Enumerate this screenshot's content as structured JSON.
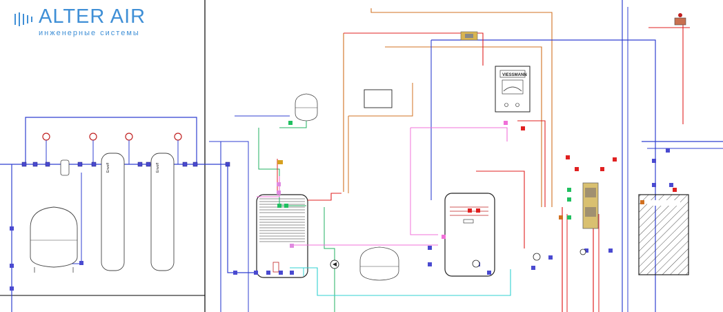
{
  "logo": {
    "name": "ALTER AIR",
    "tagline": "инженерные системы",
    "brand_color": "#3f8fd6"
  },
  "colors": {
    "cold_water": "#2f3fd0",
    "hot_supply": "#e02020",
    "hot_return": "#d07020",
    "recirculation": "#f070d8",
    "heating_return": "#20b060",
    "drain": "#30d0d0",
    "frame": "#000000"
  },
  "equipment": {
    "filter_tank_1": "Erwoff",
    "filter_tank_2": "Erwoff",
    "boiler_brand": "VIESSMANN"
  }
}
